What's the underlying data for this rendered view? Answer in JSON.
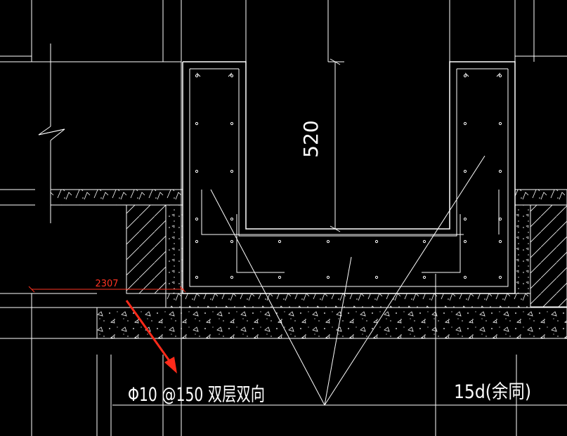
{
  "drawing": {
    "dimension_vertical": "520",
    "dimension_horizontal": "2307",
    "rebar_note": "Φ10 @150 双层双向",
    "anchor_note": "15d(余同)"
  },
  "colors": {
    "background": "#000000",
    "line": "#ffffff",
    "dimension": "#ff3322",
    "annotation_arrow": "#ff2a1a"
  },
  "icons": {
    "break_line": "break-line-icon",
    "leader_arrow": "arrow-icon"
  }
}
